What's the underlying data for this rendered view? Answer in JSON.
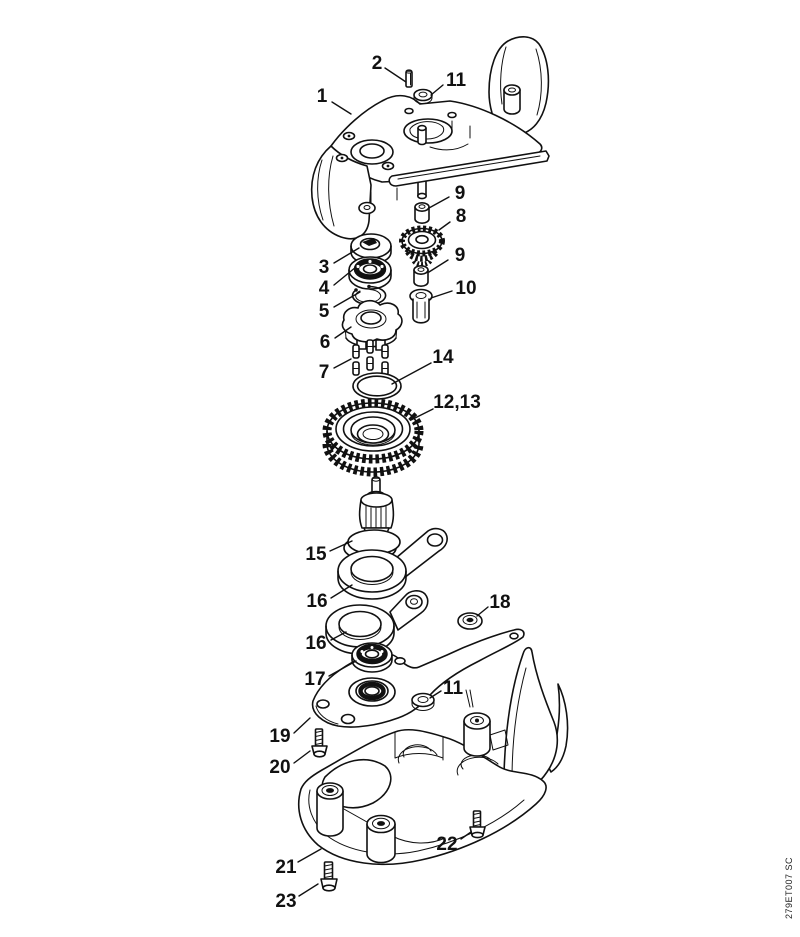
{
  "page": {
    "background_color": "#ffffff",
    "ink_color": "#111111",
    "kind": "exploded-parts-diagram"
  },
  "diagram": {
    "code": "279ET007 SC",
    "callouts": [
      {
        "label": "2"
      },
      {
        "label": "11"
      },
      {
        "label": "1"
      },
      {
        "label": "9"
      },
      {
        "label": "8"
      },
      {
        "label": "9"
      },
      {
        "label": "10"
      },
      {
        "label": "3"
      },
      {
        "label": "4"
      },
      {
        "label": "5"
      },
      {
        "label": "6"
      },
      {
        "label": "14"
      },
      {
        "label": "7"
      },
      {
        "label": "12,13"
      },
      {
        "label": "15"
      },
      {
        "label": "16"
      },
      {
        "label": "18"
      },
      {
        "label": "16"
      },
      {
        "label": "17"
      },
      {
        "label": "11"
      },
      {
        "label": "19"
      },
      {
        "label": "20"
      },
      {
        "label": "21"
      },
      {
        "label": "22"
      },
      {
        "label": "23"
      }
    ]
  }
}
